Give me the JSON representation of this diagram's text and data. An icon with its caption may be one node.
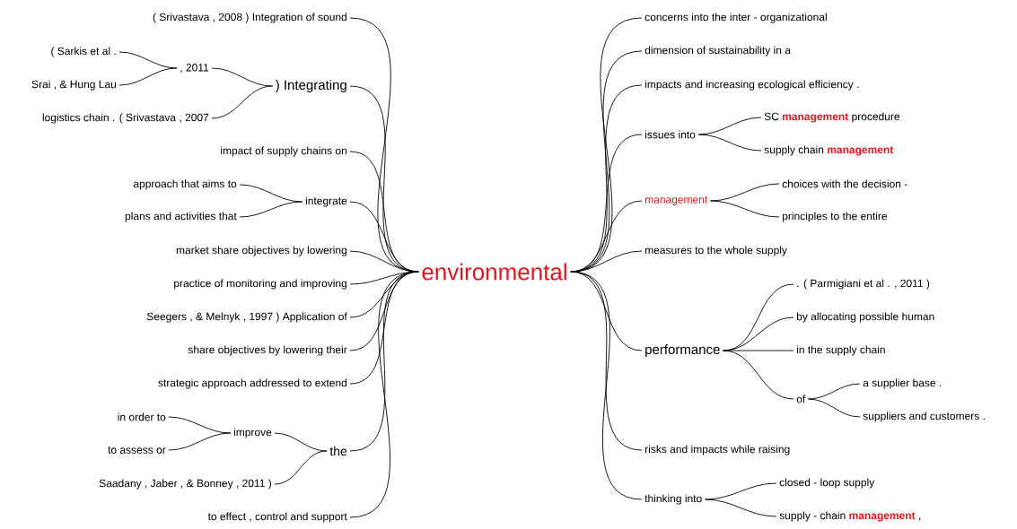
{
  "diagram": {
    "nodes": [
      {
        "text": [
          "environmental"
        ]
      },
      {
        "text": [
          "( Srivastava , 2008 ) Integration of sound"
        ]
      },
      {
        "text": [
          "( Sarkis et al ."
        ]
      },
      {
        "text": [
          "Srai , & Hung Lau"
        ]
      },
      {
        "text": [
          ", 2011"
        ]
      },
      {
        "text": [
          "logistics chain . ( Srivastava , 2007"
        ]
      },
      {
        "text": [
          ") Integrating"
        ]
      },
      {
        "text": [
          "impact of supply chains on"
        ]
      },
      {
        "text": [
          "approach that aims to"
        ]
      },
      {
        "text": [
          "plans and activities that"
        ]
      },
      {
        "text": [
          "integrate"
        ]
      },
      {
        "text": [
          "market share objectives by lowering"
        ]
      },
      {
        "text": [
          "practice of monitoring and improving"
        ]
      },
      {
        "text": [
          "Seegers , & Melnyk , 1997 ) Application of"
        ]
      },
      {
        "text": [
          "share objectives by lowering their"
        ]
      },
      {
        "text": [
          "strategic approach addressed to extend"
        ]
      },
      {
        "text": [
          "in order to"
        ]
      },
      {
        "text": [
          "to assess or"
        ]
      },
      {
        "text": [
          "improve"
        ]
      },
      {
        "text": [
          "Saadany , Jaber , & Bonney , 2011 )"
        ]
      },
      {
        "text": [
          "the"
        ]
      },
      {
        "text": [
          "to effect , control and support"
        ]
      },
      {
        "text": [
          "concerns into the inter - organizational"
        ]
      },
      {
        "text": [
          "dimension of sustainability in a"
        ]
      },
      {
        "text": [
          "impacts and increasing ecological efficiency ."
        ]
      },
      {
        "text": [
          "issues into"
        ]
      },
      {
        "text": [
          "SC **management** procedure"
        ]
      },
      {
        "text": [
          "supply chain **management**"
        ]
      },
      {
        "text": [
          "management"
        ]
      },
      {
        "text": [
          "choices with the decision -"
        ]
      },
      {
        "text": [
          "principles to the entire"
        ]
      },
      {
        "text": [
          "measures to the whole supply"
        ]
      },
      {
        "text": [
          "performance"
        ]
      },
      {
        "text": [
          ". ( Parmigiani et al . , 2011 )"
        ]
      },
      {
        "text": [
          "by allocating possible human"
        ]
      },
      {
        "text": [
          "in the supply chain"
        ]
      },
      {
        "text": [
          "of"
        ]
      },
      {
        "text": [
          "a supplier base ."
        ]
      },
      {
        "text": [
          "suppliers and customers ."
        ]
      },
      {
        "text": [
          "risks and impacts while raising"
        ]
      },
      {
        "text": [
          "thinking into"
        ]
      },
      {
        "text": [
          "closed - loop supply"
        ]
      },
      {
        "text": [
          "supply - chain **management** ,"
        ]
      }
    ],
    "edges": [
      {
        "from": 1,
        "to": 0,
        "arrow": "none"
      },
      {
        "from": 2,
        "to": 4,
        "arrow": "none"
      },
      {
        "from": 3,
        "to": 4,
        "arrow": "none"
      },
      {
        "from": 4,
        "to": 6,
        "arrow": "none"
      },
      {
        "from": 5,
        "to": 6,
        "arrow": "none"
      },
      {
        "from": 6,
        "to": 0,
        "arrow": "none"
      },
      {
        "from": 7,
        "to": 0,
        "arrow": "none"
      },
      {
        "from": 8,
        "to": 10,
        "arrow": "none"
      },
      {
        "from": 9,
        "to": 10,
        "arrow": "none"
      },
      {
        "from": 10,
        "to": 0,
        "arrow": "none"
      },
      {
        "from": 11,
        "to": 0,
        "arrow": "none"
      },
      {
        "from": 12,
        "to": 0,
        "arrow": "none"
      },
      {
        "from": 13,
        "to": 0,
        "arrow": "none"
      },
      {
        "from": 14,
        "to": 0,
        "arrow": "none"
      },
      {
        "from": 15,
        "to": 0,
        "arrow": "none"
      },
      {
        "from": 16,
        "to": 18,
        "arrow": "none"
      },
      {
        "from": 17,
        "to": 18,
        "arrow": "none"
      },
      {
        "from": 18,
        "to": 20,
        "arrow": "none"
      },
      {
        "from": 19,
        "to": 20,
        "arrow": "none"
      },
      {
        "from": 20,
        "to": 0,
        "arrow": "none"
      },
      {
        "from": 21,
        "to": 0,
        "arrow": "none"
      },
      {
        "from": 0,
        "to": 22,
        "arrow": "none"
      },
      {
        "from": 0,
        "to": 23,
        "arrow": "none"
      },
      {
        "from": 0,
        "to": 24,
        "arrow": "none"
      },
      {
        "from": 0,
        "to": 25,
        "arrow": "none"
      },
      {
        "from": 25,
        "to": 26,
        "arrow": "none"
      },
      {
        "from": 25,
        "to": 27,
        "arrow": "none"
      },
      {
        "from": 0,
        "to": 28,
        "arrow": "none"
      },
      {
        "from": 28,
        "to": 29,
        "arrow": "none"
      },
      {
        "from": 28,
        "to": 30,
        "arrow": "none"
      },
      {
        "from": 0,
        "to": 31,
        "arrow": "none"
      },
      {
        "from": 0,
        "to": 32,
        "arrow": "none"
      },
      {
        "from": 32,
        "to": 33,
        "arrow": "none"
      },
      {
        "from": 32,
        "to": 34,
        "arrow": "none"
      },
      {
        "from": 32,
        "to": 35,
        "arrow": "none"
      },
      {
        "from": 32,
        "to": 36,
        "arrow": "none"
      },
      {
        "from": 36,
        "to": 37,
        "arrow": "none"
      },
      {
        "from": 36,
        "to": 38,
        "arrow": "none"
      },
      {
        "from": 0,
        "to": 39,
        "arrow": "none"
      },
      {
        "from": 0,
        "to": 40,
        "arrow": "none"
      },
      {
        "from": 40,
        "to": 41,
        "arrow": "none"
      },
      {
        "from": 40,
        "to": 42,
        "arrow": "none"
      }
    ]
  }
}
